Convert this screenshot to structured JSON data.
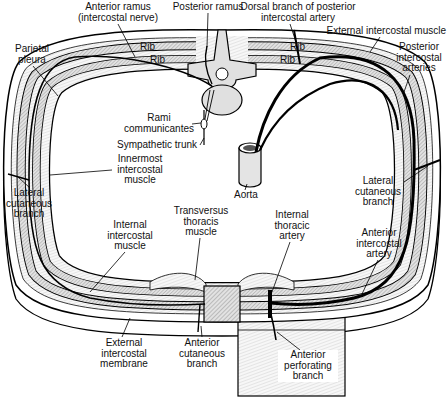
{
  "diagram": {
    "labels": [
      "Anterior ramus (intercostal nerve)",
      "Posterior ramus",
      "Dorsal branch of posterior intercostal artery",
      "External intercostal muscle",
      "Parietal pleura",
      "Posterior intercostal arteries",
      "Rib",
      "Rib",
      "Rib",
      "Rib",
      "Rami communicantes",
      "Sympathetic trunk",
      "Innermost intercostal muscle",
      "Lateral cutaneous branch",
      "Aorta",
      "Lateral cutaneous branch",
      "Transversus thoracis muscle",
      "Internal intercostal muscle",
      "Internal thoracic artery",
      "Anterior intercostal artery",
      "External intercostal membrane",
      "Anterior cutaneous branch",
      "Anterior perforating branch"
    ]
  }
}
